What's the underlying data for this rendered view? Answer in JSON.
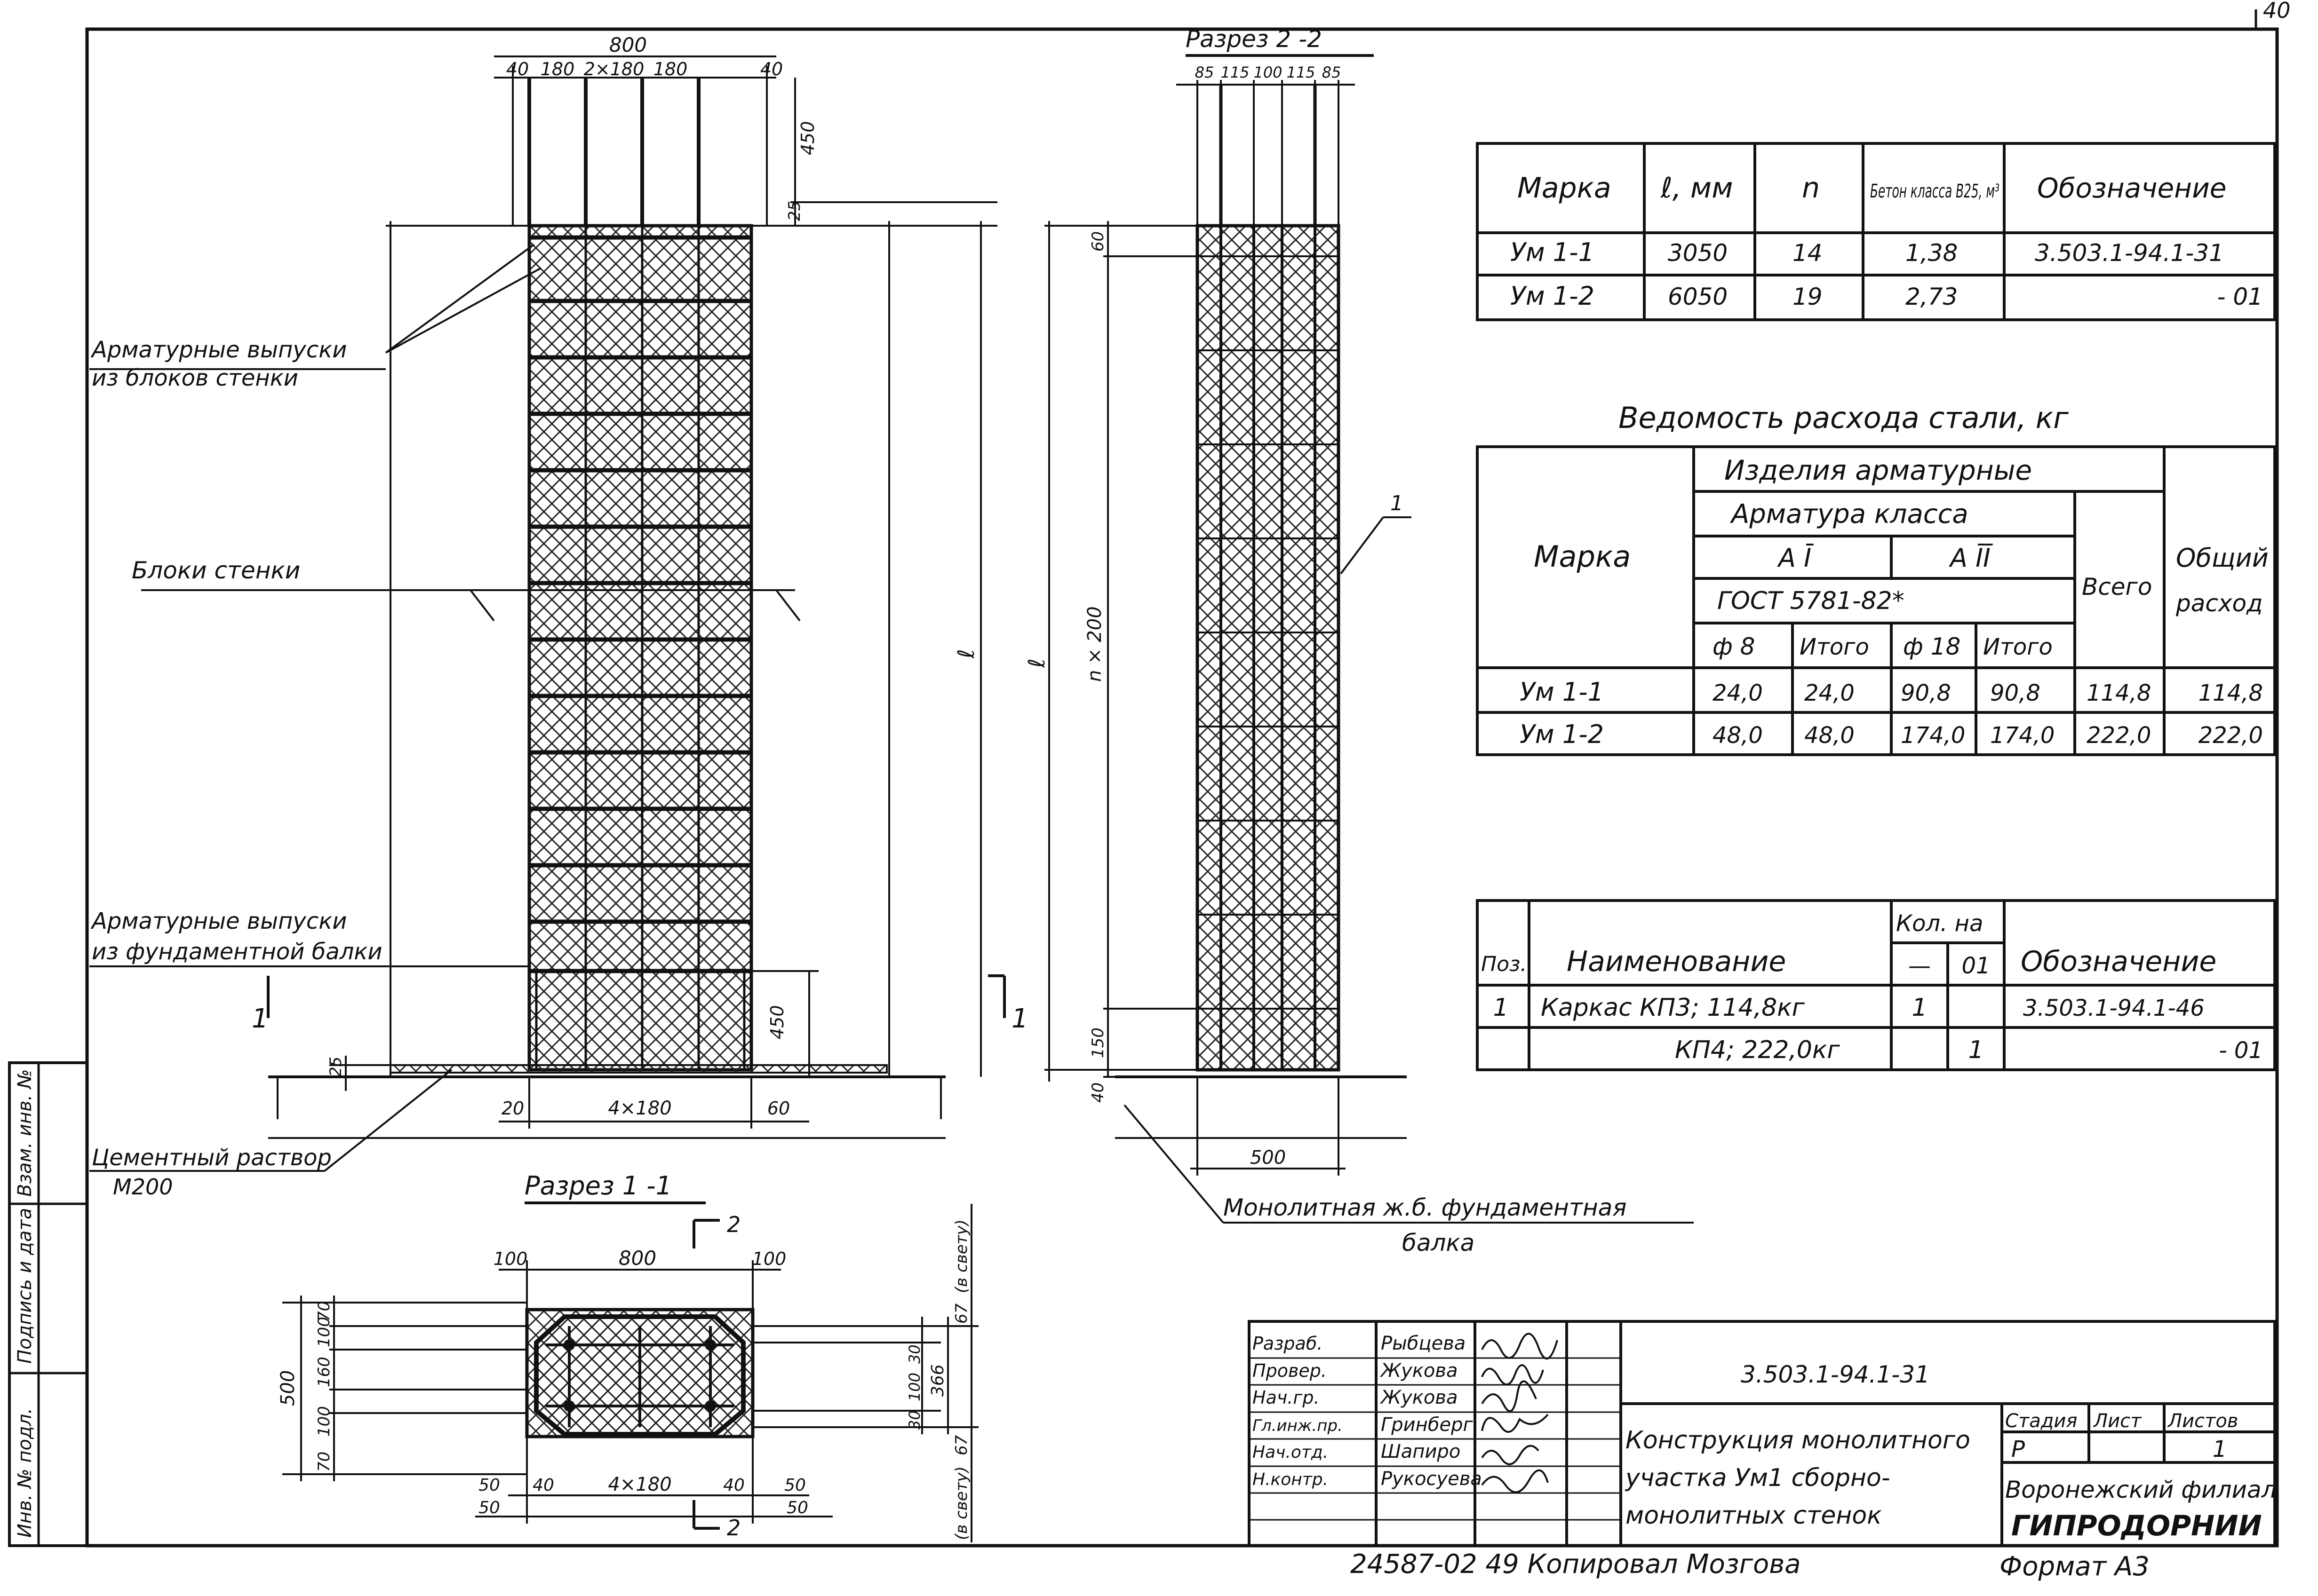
{
  "sheet": {
    "corner_number": "40",
    "bottom_note": "24587-02 49 Копировал Мозгова",
    "format": "Формат А3"
  },
  "side_stamp": {
    "inv_no": "Инв. № подл.",
    "sign_date": "Подпись и дата",
    "vzam": "Взам. инв. №"
  },
  "elevation": {
    "dims_top": [
      "40",
      "180",
      "2×180",
      "180",
      "40"
    ],
    "width_total": "800",
    "dim_450_top": "450",
    "dim_25_top": "25",
    "dim_450_bottom": "450",
    "dim_25_bottom": "25",
    "dims_bottom": [
      "20",
      "4×180",
      "60"
    ],
    "height_label": "ℓ",
    "section_mark": "1",
    "callout_reinf_walls_1": "Арматурные выпуски",
    "callout_reinf_walls_2": "из блоков стенки",
    "callout_blocks": "Блоки стенки",
    "callout_reinf_found_1": "Арматурные выпуски",
    "callout_reinf_found_2": "из фундаментной балки",
    "callout_mortar_1": "Цементный раствор",
    "callout_mortar_2": "М200"
  },
  "section_2_2": {
    "title": "Разрез 2 -2",
    "dims_top": [
      "85",
      "115",
      "100",
      "115",
      "85"
    ],
    "dim_top": "60",
    "dim_mid": "n × 200",
    "dim_bottom": "150",
    "dim_base": "40",
    "width": "500",
    "height_label": "ℓ",
    "pos_callout": "1",
    "callout_beam_1": "Монолитная ж.б. фундаментная",
    "callout_beam_2": "балка"
  },
  "section_1_1": {
    "title": "Разрез 1 -1",
    "dims_top": [
      "100",
      "800",
      "100"
    ],
    "cut_mark": "2",
    "left_total": "500",
    "left_dims": [
      "70",
      "100",
      "160",
      "100",
      "70"
    ],
    "right_dims": [
      "30",
      "100",
      "30"
    ],
    "right_total": "366",
    "right_edge_top": "67",
    "right_edge_bottom": "67",
    "clear_light_top": "(в свету)",
    "clear_light_bottom": "(в свету)",
    "dims_bottom": [
      "50",
      "40",
      "4×180",
      "40",
      "50"
    ],
    "dims_bottom_2": [
      "50",
      "50"
    ]
  },
  "table_marks": {
    "headers": [
      "Марка",
      "ℓ, мм",
      "n",
      "Бетон класса В25, м³",
      "Обозначение"
    ],
    "rows": [
      [
        "Ум 1-1",
        "3050",
        "14",
        "1,38",
        "3.503.1-94.1-31"
      ],
      [
        "Ум 1-2",
        "6050",
        "19",
        "2,73",
        "- 01"
      ]
    ]
  },
  "table_steel": {
    "title": "Ведомость расхода стали, кг",
    "h_marka": "Марка",
    "h_izdeliya": "Изделия арматурные",
    "h_armatura": "Арматура класса",
    "h_a1": "А Ī",
    "h_a2": "А ĪĪ",
    "h_gost": "ГОСТ 5781-82*",
    "h_d8": "ф 8",
    "h_itogo1": "Итого",
    "h_d18": "ф 18",
    "h_itogo2": "Итого",
    "h_vsego": "Всего",
    "h_obshiy_1": "Общий",
    "h_obshiy_2": "расход",
    "rows": [
      [
        "Ум 1-1",
        "24,0",
        "24,0",
        "90,8",
        "90,8",
        "114,8",
        "114,8"
      ],
      [
        "Ум 1-2",
        "48,0",
        "48,0",
        "174,0",
        "174,0",
        "222,0",
        "222,0"
      ]
    ]
  },
  "table_spec": {
    "h_poz": "Поз.",
    "h_name": "Наименование",
    "h_kol": "Кол. на",
    "h_kol_a": "—",
    "h_kol_b": "01",
    "h_oboz": "Обозначение",
    "rows": [
      [
        "1",
        "Каркас КП3; 114,8кг",
        "1",
        "",
        "3.503.1-94.1-46"
      ],
      [
        "",
        "КП4; 222,0кг",
        "",
        "1",
        "- 01"
      ]
    ]
  },
  "title_block": {
    "roles": [
      "Разраб.",
      "Провер.",
      "Нач.гр.",
      "Гл.инж.пр.",
      "Нач.отд.",
      "Н.контр."
    ],
    "names": [
      "Рыбцева",
      "Жукова",
      "Жукова",
      "Гринберг",
      "Шапиро",
      "Рукосуева"
    ],
    "code": "3.503.1-94.1-31",
    "desc_1": "Конструкция монолитного",
    "desc_2": "участка Ум1 сборно-",
    "desc_3": "монолитных стенок",
    "h_stage": "Стадия",
    "h_sheet": "Лист",
    "h_sheets": "Листов",
    "stage": "Р",
    "sheet": "",
    "sheets": "1",
    "org_1": "Воронежский филиал",
    "org_2": "ГИПРОДОРНИИ"
  }
}
